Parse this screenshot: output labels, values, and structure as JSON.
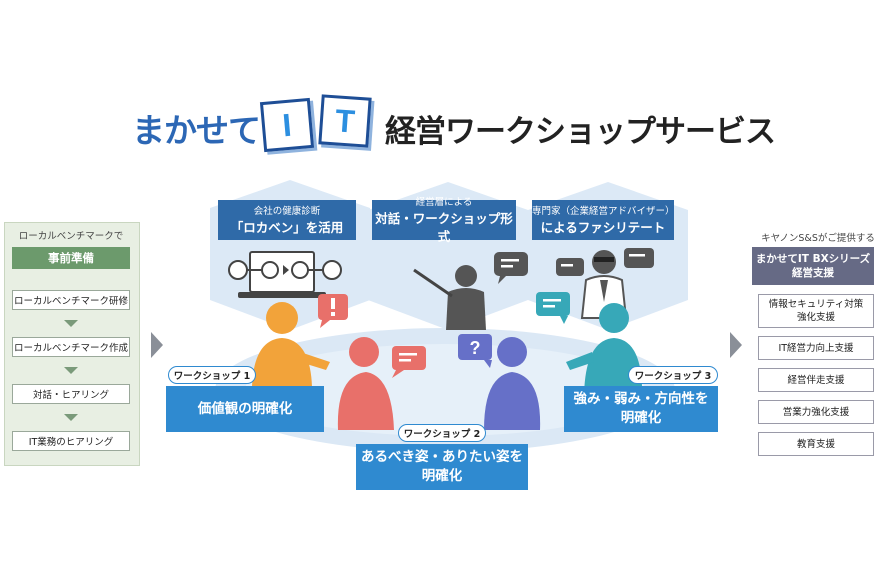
{
  "title": {
    "prefix": "まかせて",
    "it_letters": [
      "I",
      "T"
    ],
    "suffix": "経営ワークショップサービス"
  },
  "left_panel": {
    "header": "ローカルベンチマークで",
    "highlight": "事前準備",
    "steps": [
      "ローカルベンチマーク研修",
      "ローカルベンチマーク作成",
      "対話・ヒアリング",
      "IT業務のヒアリング"
    ]
  },
  "banners": [
    {
      "line1": "会社の健康診断",
      "line2": "「ロカベン」を活用"
    },
    {
      "line1": "経営層による",
      "line2": "対話・ワークショップ形式"
    },
    {
      "line1": "専門家（企業経営アドバイザー）",
      "line2": "によるファシリテート"
    }
  ],
  "workshops": [
    {
      "tag": "ワークショップ 1",
      "lines": [
        "価値観の明確化"
      ]
    },
    {
      "tag": "ワークショップ 2",
      "lines": [
        "あるべき姿・ありたい姿を",
        "明確化"
      ]
    },
    {
      "tag": "ワークショップ 3",
      "lines": [
        "強み・弱み・方向性を",
        "明確化"
      ]
    }
  ],
  "right_panel": {
    "header": "キヤノンS&Sがご提供する",
    "title_lines": [
      "まかせてIT BXシリーズ",
      "経営支援"
    ],
    "items": [
      [
        "情報セキュリティ対策",
        "強化支援"
      ],
      [
        "IT経営力向上支援"
      ],
      [
        "経営伴走支援"
      ],
      [
        "営業力強化支援"
      ],
      [
        "教育支援"
      ]
    ]
  },
  "colors": {
    "brand_blue": "#2c67b5",
    "banner_blue": "#2f6aa8",
    "workshop_blue": "#2f8ad0",
    "hex_light": "#dce9f6",
    "table": "#dbe8f5",
    "left_green": "#6c9a6c",
    "right_dark": "#666a85",
    "person_orange": "#f2a33a",
    "person_red": "#e8706a",
    "person_purple": "#6670c8",
    "person_teal": "#37a8b8"
  },
  "icons": [
    "question-icon",
    "exclamation-icon",
    "speech-bubble-icon",
    "pointer-stick-icon",
    "laptop-icon",
    "arrow-right-icon"
  ]
}
